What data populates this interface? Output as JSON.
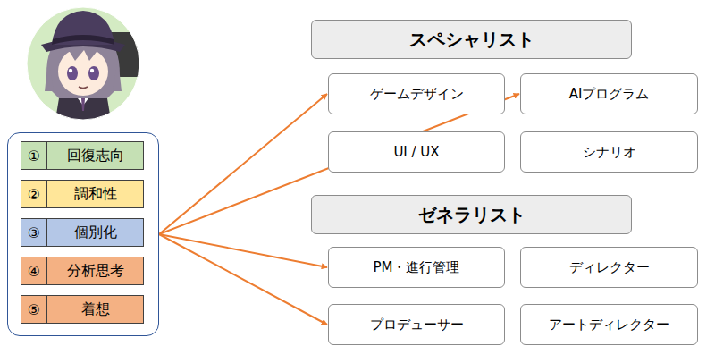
{
  "diagram": {
    "nodes": [
      {
        "text": []
      },
      {
        "text": [
          "①",
          "回復志向"
        ],
        "in": 0
      },
      {
        "text": [
          "②",
          "調和性"
        ],
        "in": 0
      },
      {
        "text": [
          "③",
          "個別化"
        ],
        "in": 0
      },
      {
        "text": [
          "④",
          "分析思考"
        ],
        "in": 0
      },
      {
        "text": [
          "⑤",
          "着想"
        ],
        "in": 0
      },
      {
        "text": [
          "スペシャリスト"
        ]
      },
      {
        "text": [
          "ゲームデザイン"
        ]
      },
      {
        "text": [
          "AIプログラム"
        ]
      },
      {
        "text": [
          "UI / UX"
        ]
      },
      {
        "text": [
          "シナリオ"
        ]
      },
      {
        "text": [
          "ゼネラリスト"
        ]
      },
      {
        "text": [
          "PM・進行管理"
        ]
      },
      {
        "text": [
          "ディレクター"
        ]
      },
      {
        "text": [
          "プロデューサー"
        ]
      },
      {
        "text": [
          "アートディレクター"
        ]
      }
    ],
    "edges": [
      {
        "from": 0,
        "to": 7,
        "arrow": "to"
      },
      {
        "from": 0,
        "to": 8,
        "arrow": "to"
      },
      {
        "from": 0,
        "to": 12,
        "arrow": "to"
      },
      {
        "from": 0,
        "to": 14,
        "arrow": "to"
      }
    ]
  }
}
